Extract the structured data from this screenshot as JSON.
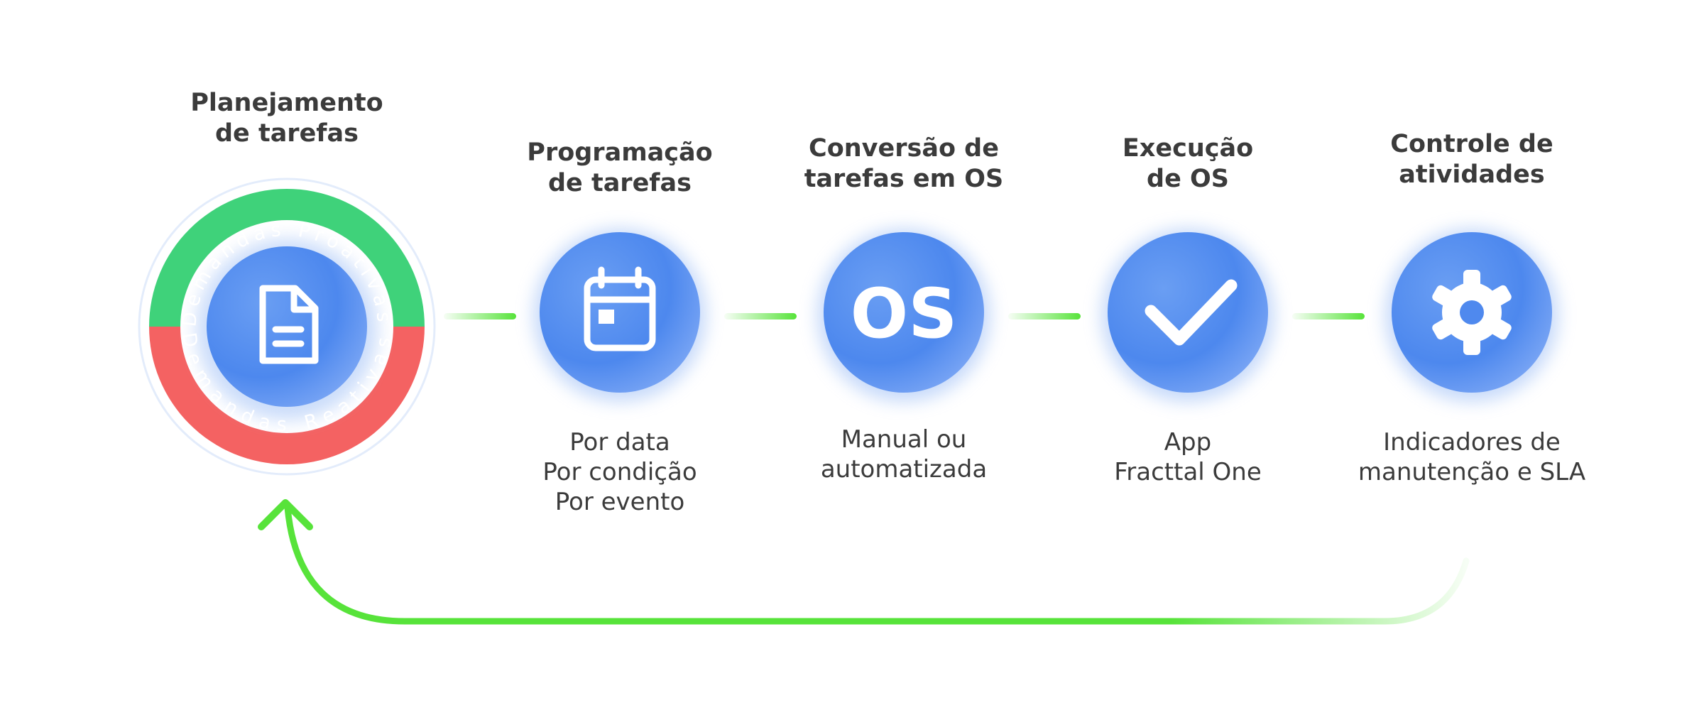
{
  "steps": [
    {
      "title_l1": "Planejamento",
      "title_l2": "de tarefas",
      "icon": "document-icon",
      "ring_top": "Demandas Proativas",
      "ring_bottom": "Demandas Reativas"
    },
    {
      "title_l1": "Programação",
      "title_l2": "de tarefas",
      "icon": "calendar-icon",
      "desc": [
        "Por data",
        "Por condição",
        "Por evento"
      ]
    },
    {
      "title_l1": "Conversão de",
      "title_l2": "tarefas em OS",
      "icon": "os-icon",
      "icon_text": "OS",
      "desc": [
        "Manual ou",
        "automatizada"
      ]
    },
    {
      "title_l1": "Execução",
      "title_l2": "de OS",
      "icon": "checkmark-icon",
      "desc": [
        "App",
        "Fracttal One"
      ]
    },
    {
      "title_l1": "Controle de",
      "title_l2": "atividades",
      "icon": "gear-icon",
      "desc": [
        "Indicadores de",
        "manutenção e SLA"
      ]
    }
  ],
  "colors": {
    "node_blue": "#4a86ee",
    "connector_green": "#57e33a",
    "ring_green": "#3fd27a",
    "ring_red": "#f46262",
    "text": "#3b3b3b"
  }
}
